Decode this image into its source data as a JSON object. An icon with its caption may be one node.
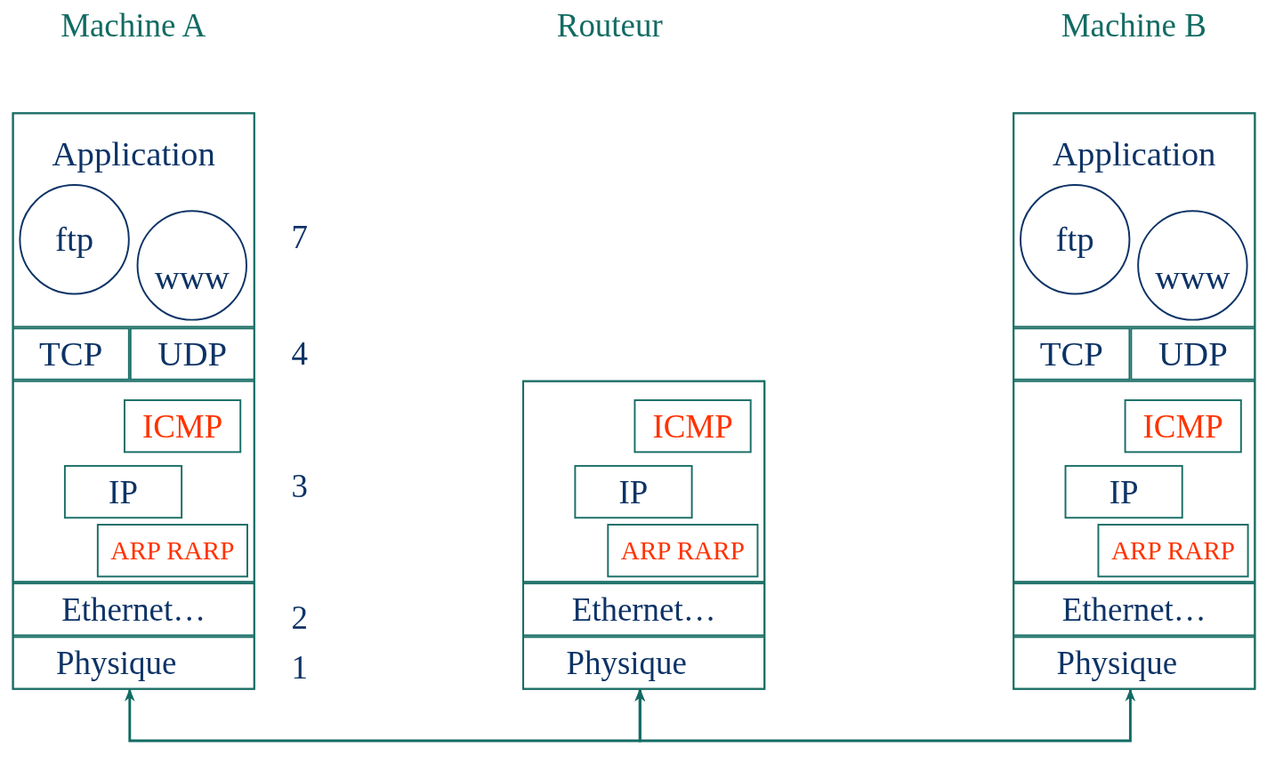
{
  "diagram": {
    "nodes": [
      {
        "text": [],
        "shape": "box"
      },
      {
        "text": [
          "Application"
        ],
        "in": 0
      },
      {
        "text": [
          "ftp"
        ],
        "in": 1
      },
      {
        "text": [
          "www"
        ],
        "in": 1
      },
      {
        "text": [
          "TCP"
        ],
        "in": 0
      },
      {
        "text": [
          "UDP"
        ],
        "in": 0
      },
      {
        "text": [],
        "shape": "box",
        "in": 0
      },
      {
        "text": [
          "ICMP"
        ],
        "in": 6
      },
      {
        "text": [
          "IP"
        ],
        "in": 6
      },
      {
        "text": [
          "ARP RARP"
        ],
        "in": 6
      },
      {
        "text": [
          "Ethernet…"
        ],
        "in": 0
      },
      {
        "text": [
          "Physique"
        ],
        "in": 0
      },
      {
        "text": [],
        "shape": "box"
      },
      {
        "text": [],
        "shape": "box",
        "in": 12
      },
      {
        "text": [
          "ICMP"
        ],
        "in": 13
      },
      {
        "text": [
          "IP"
        ],
        "in": 13
      },
      {
        "text": [
          "ARP RARP"
        ],
        "in": 13
      },
      {
        "text": [
          "Ethernet…"
        ],
        "in": 12
      },
      {
        "text": [
          "Physique"
        ],
        "in": 12
      },
      {
        "text": [],
        "shape": "box"
      },
      {
        "text": [
          "Application"
        ],
        "in": 19
      },
      {
        "text": [
          "ftp"
        ],
        "in": 20
      },
      {
        "text": [
          "www"
        ],
        "in": 20
      },
      {
        "text": [
          "TCP"
        ],
        "in": 19
      },
      {
        "text": [
          "UDP"
        ],
        "in": 19
      },
      {
        "text": [],
        "shape": "box",
        "in": 19
      },
      {
        "text": [
          "ICMP"
        ],
        "in": 25
      },
      {
        "text": [
          "IP"
        ],
        "in": 25
      },
      {
        "text": [
          "ARP RARP"
        ],
        "in": 25
      },
      {
        "text": [
          "Ethernet…"
        ],
        "in": 19
      },
      {
        "text": [
          "Physique"
        ],
        "in": 19
      }
    ],
    "edges": [
      {
        "from": 11,
        "to": 18,
        "arrow": "both"
      },
      {
        "from": 18,
        "to": 30,
        "arrow": "both"
      }
    ],
    "labels": [
      "Machine A",
      "Routeur",
      "Machine B",
      "7",
      "4",
      "3",
      "2",
      "1"
    ]
  }
}
